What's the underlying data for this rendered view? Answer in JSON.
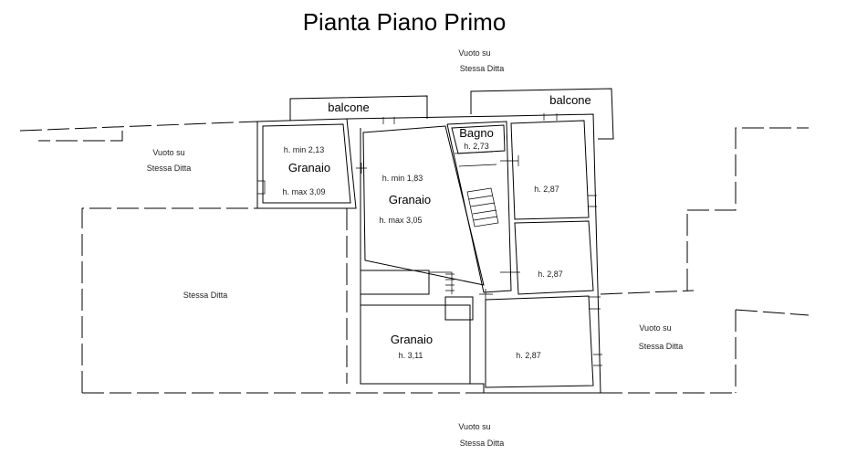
{
  "title": "Pianta Piano Primo",
  "top_note": {
    "line1": "Vuoto su",
    "line2": "Stessa Ditta"
  },
  "left_note": {
    "line1": "Vuoto su",
    "line2": "Stessa Ditta"
  },
  "right_note": {
    "line1": "Vuoto su",
    "line2": "Stessa Ditta"
  },
  "bottom_note": {
    "line1": "Vuoto su",
    "line2": "Stessa Ditta"
  },
  "stessa_ditta": "Stessa Ditta",
  "balcone_left": "balcone",
  "balcone_right": "balcone",
  "bagno": {
    "name": "Bagno",
    "height": "h. 2,73"
  },
  "granaio_small": {
    "name": "Granaio",
    "min": "h. min 2,13",
    "max": "h. max 3,09"
  },
  "granaio_center": {
    "name": "Granaio",
    "min": "h. min 1,83",
    "max": "h. max 3,05"
  },
  "granaio_bottom": {
    "name": "Granaio",
    "height": "h. 3,11"
  },
  "room_right_top": {
    "height": "h. 2,87"
  },
  "room_right_mid": {
    "height": "h. 2,87"
  },
  "room_right_bottom": {
    "height": "h. 2,87"
  }
}
